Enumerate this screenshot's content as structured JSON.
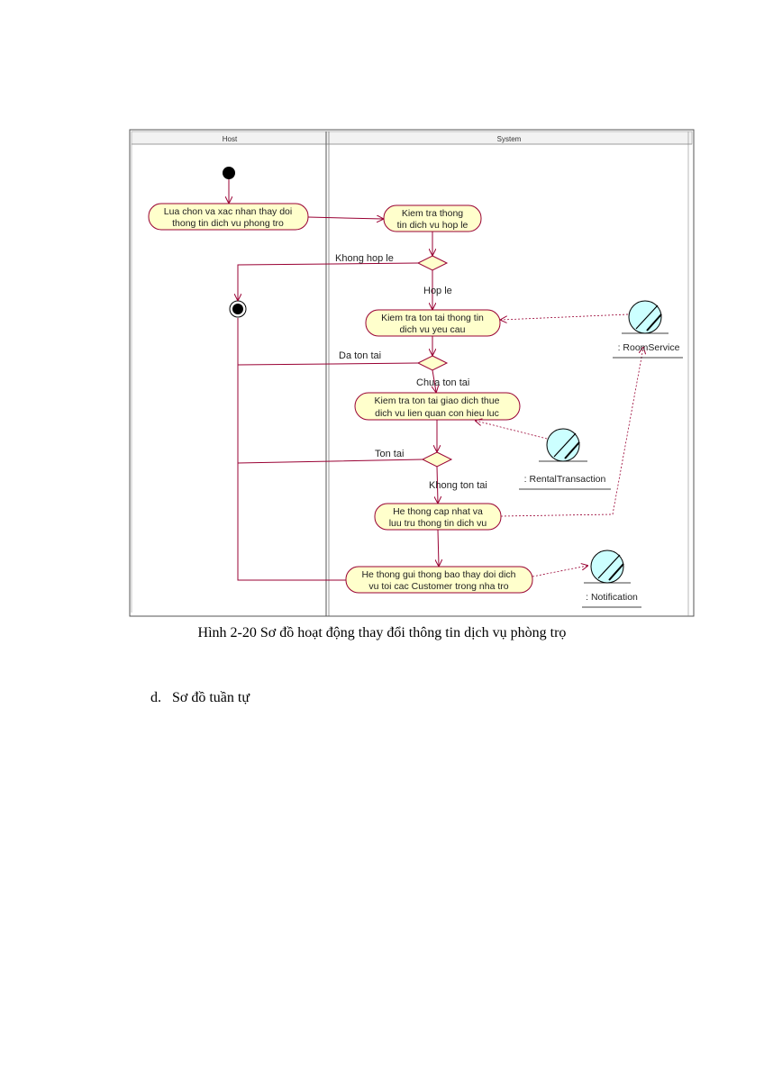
{
  "swimlanes": {
    "host": "Host",
    "system": "System"
  },
  "activities": {
    "select_confirm": [
      "Lua chon va xac nhan thay doi",
      "thong tin dich vu phong tro"
    ],
    "check_info": [
      "Kiem tra thong",
      "tin dich vu hop le"
    ],
    "check_exists": [
      "Kiem tra ton tai thong tin",
      "dich vu yeu cau"
    ],
    "check_transaction": [
      "Kiem tra ton tai giao dich thue",
      "dich vu lien quan con hieu luc"
    ],
    "update_store": [
      "He thong cap nhat va",
      "luu tru thong tin dich vu"
    ],
    "send_notice": [
      "He thong gui thong bao thay doi dich",
      "vu toi cac Customer trong nha tro"
    ]
  },
  "guards": {
    "not_valid": "Khong hop le",
    "valid": "Hop le",
    "already_exists": "Da ton tai",
    "not_yet_exists": "Chua ton tai",
    "exists": "Ton tai",
    "not_exists": "Khong ton tai"
  },
  "objects": {
    "room_service": ": RoomService",
    "rental_transaction": ": RentalTransaction",
    "notification": ": Notification"
  },
  "colors": {
    "activity_fill": "#ffffcc",
    "activity_stroke": "#990033",
    "object_fill": "#ccffff",
    "arrow": "#990033",
    "lane_border": "#555555"
  },
  "caption": "Hình 2-20 Sơ đồ hoạt động thay đổi thông tin dịch vụ phòng trọ",
  "section": {
    "number": "d.",
    "title": "Sơ đồ tuần tự"
  }
}
